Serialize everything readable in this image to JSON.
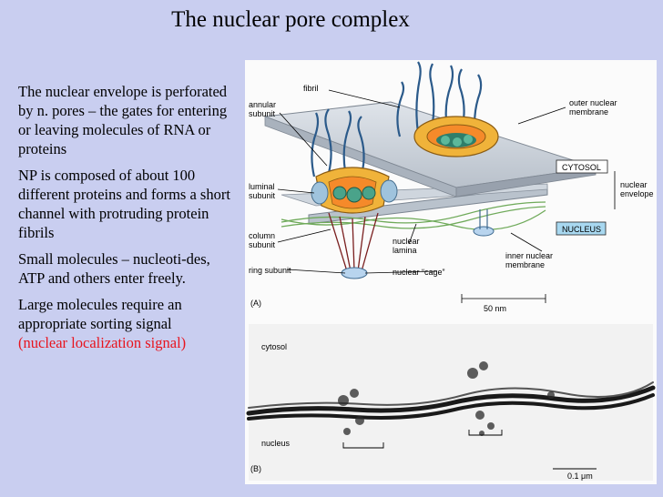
{
  "title": "The nuclear pore complex",
  "paragraphs": [
    "The nuclear envelope is perforated by n. pores – the gates for entering or leaving molecules of RNA or proteins",
    "NP is composed of about 100 different proteins and forms a short channel with protruding protein fibrils",
    "Small molecules – nucleoti-des, ATP and others enter freely.",
    " Large molecules require an appropriate sorting signal"
  ],
  "signal_text": "(nuclear localization signal)",
  "figure": {
    "panel_a": {
      "letter": "(A)",
      "labels": {
        "fibril": "fibril",
        "annular_subunit_1": "annular",
        "annular_subunit_2": "subunit",
        "luminal_subunit_1": "luminal",
        "luminal_subunit_2": "subunit",
        "column_subunit_1": "column",
        "column_subunit_2": "subunit",
        "ring_subunit": "ring subunit",
        "nuclear_lamina_1": "nuclear",
        "nuclear_lamina_2": "lamina",
        "nuclear_cage": "nuclear “cage”",
        "outer_membrane_1": "outer nuclear",
        "outer_membrane_2": "membrane",
        "cytosol": "CYTOSOL",
        "nuclear_envelope_1": "nuclear",
        "nuclear_envelope_2": "envelope",
        "nucleus": "NUCLEUS",
        "inner_membrane_1": "inner nuclear",
        "inner_membrane_2": "membrane",
        "scale": "50 nm"
      }
    },
    "panel_b": {
      "letter": "(B)",
      "cytosol": "cytosol",
      "nucleus": "nucleus",
      "scale": "0.1 μm"
    }
  }
}
